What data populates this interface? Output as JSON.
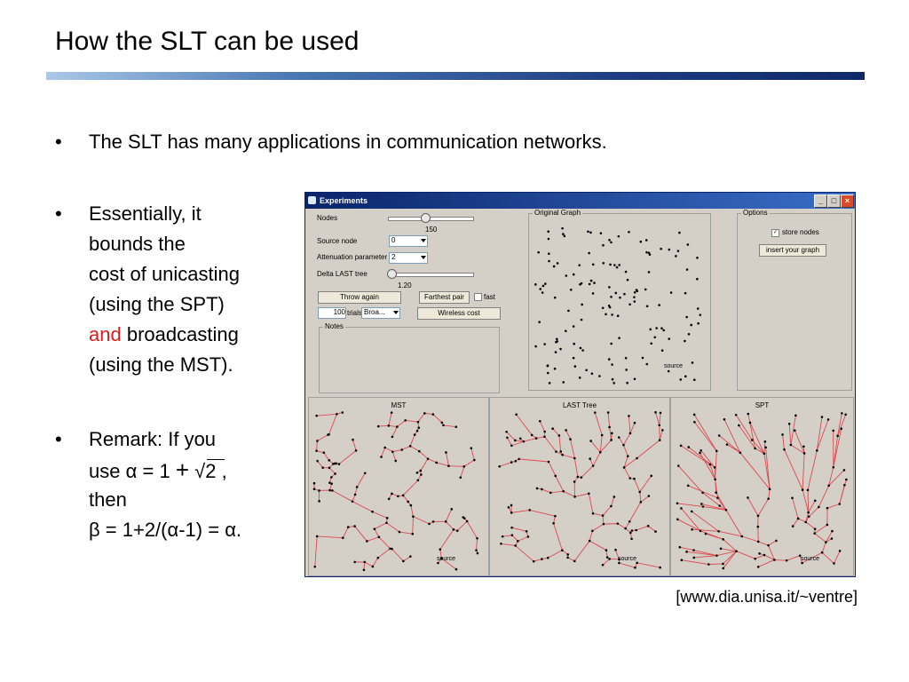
{
  "slide": {
    "title": "How the SLT can be used",
    "bullets": [
      {
        "lines": [
          "The SLT has many applications in communication networks."
        ]
      },
      {
        "lines": [
          "Essentially, it",
          "bounds the",
          "cost of unicasting",
          "(using the SPT)",
          "and",
          "broadcasting",
          "(using the MST)."
        ]
      },
      {
        "lines": [
          "Remark: If you",
          "use",
          "α",
          "=",
          "1",
          "+",
          "2",
          ",",
          "then",
          "β",
          "= 1+2/(",
          "α",
          "-1) =",
          "α",
          "."
        ]
      }
    ],
    "source": "[www.dia.unisa.it/~ventre]",
    "colors": {
      "accent": "#1e3c82",
      "highlight": "#e01b1b"
    }
  },
  "window": {
    "title": "Experiments",
    "nodes_label": "Nodes",
    "nodes_value": "150",
    "source_node_label": "Source node",
    "source_node_value": "0",
    "attenuation_label": "Attenuation parameter",
    "attenuation_value": "2",
    "delta_label": "Delta LAST tree",
    "delta_value": "1.20",
    "throw_again": "Throw again",
    "farthest_pair": "Farthest pair",
    "fast": "fast",
    "trials_value": "100",
    "trials_label": "trials",
    "broadcast_value": "Broa...",
    "wireless_cost": "Wireless cost",
    "notes_label": "Notes",
    "original_graph_label": "Original Graph",
    "options_label": "Options",
    "store_nodes": "store nodes",
    "insert_graph": "insert your graph",
    "source_text": "source",
    "panes": [
      "MST",
      "LAST Tree",
      "SPT"
    ],
    "edge_color": "#e0484c"
  }
}
